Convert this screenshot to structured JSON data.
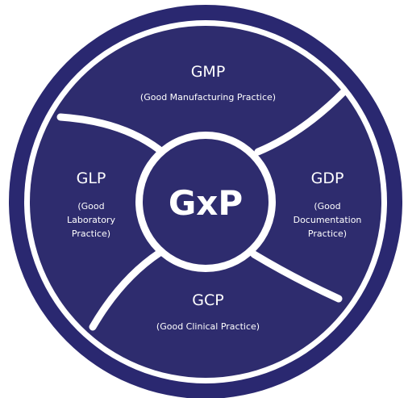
{
  "center": {
    "label": "GxP"
  },
  "segments": {
    "top": {
      "title": "GMP",
      "lines": [
        "(Good Manufacturing Practice)"
      ]
    },
    "left": {
      "title": "GLP",
      "lines": [
        "(Good",
        "Laboratory",
        "Practice)"
      ]
    },
    "right": {
      "title": "GDP",
      "lines": [
        "(Good",
        "Documentation",
        "Practice)"
      ]
    },
    "bottom": {
      "title": "GCP",
      "lines": [
        "(Good Clinical Practice)"
      ]
    }
  },
  "colors": {
    "navy": "#2e2c6e",
    "outer_ring": "#2a2870",
    "separator": "#ffffff"
  }
}
